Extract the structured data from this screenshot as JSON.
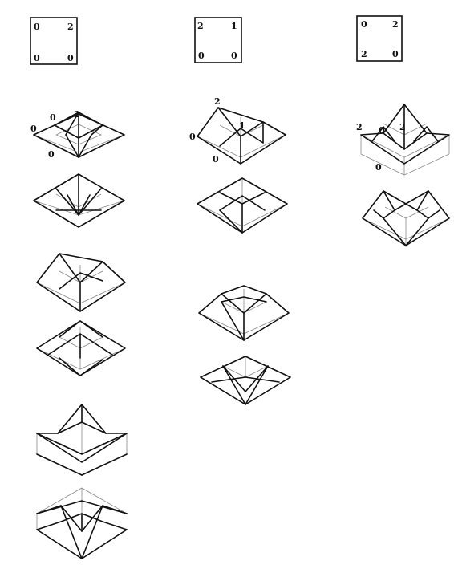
{
  "columns": [
    {
      "id": "col1",
      "corner_labels": {
        "top_left": "0",
        "top_right": "2",
        "bottom_left": "0",
        "bottom_right": "0"
      },
      "first_figure_labels": [
        "0",
        "0",
        "0",
        "2"
      ]
    },
    {
      "id": "col2",
      "corner_labels": {
        "top_left": "2",
        "top_right": "1",
        "bottom_left": "0",
        "bottom_right": "0"
      },
      "first_figure_labels": [
        "2",
        "0",
        "1",
        "0"
      ]
    },
    {
      "id": "col3",
      "corner_labels": {
        "top_left": "0",
        "top_right": "2",
        "bottom_left": "2",
        "bottom_right": "0"
      },
      "first_figure_labels": [
        "2",
        "0",
        "2",
        "0"
      ]
    }
  ]
}
